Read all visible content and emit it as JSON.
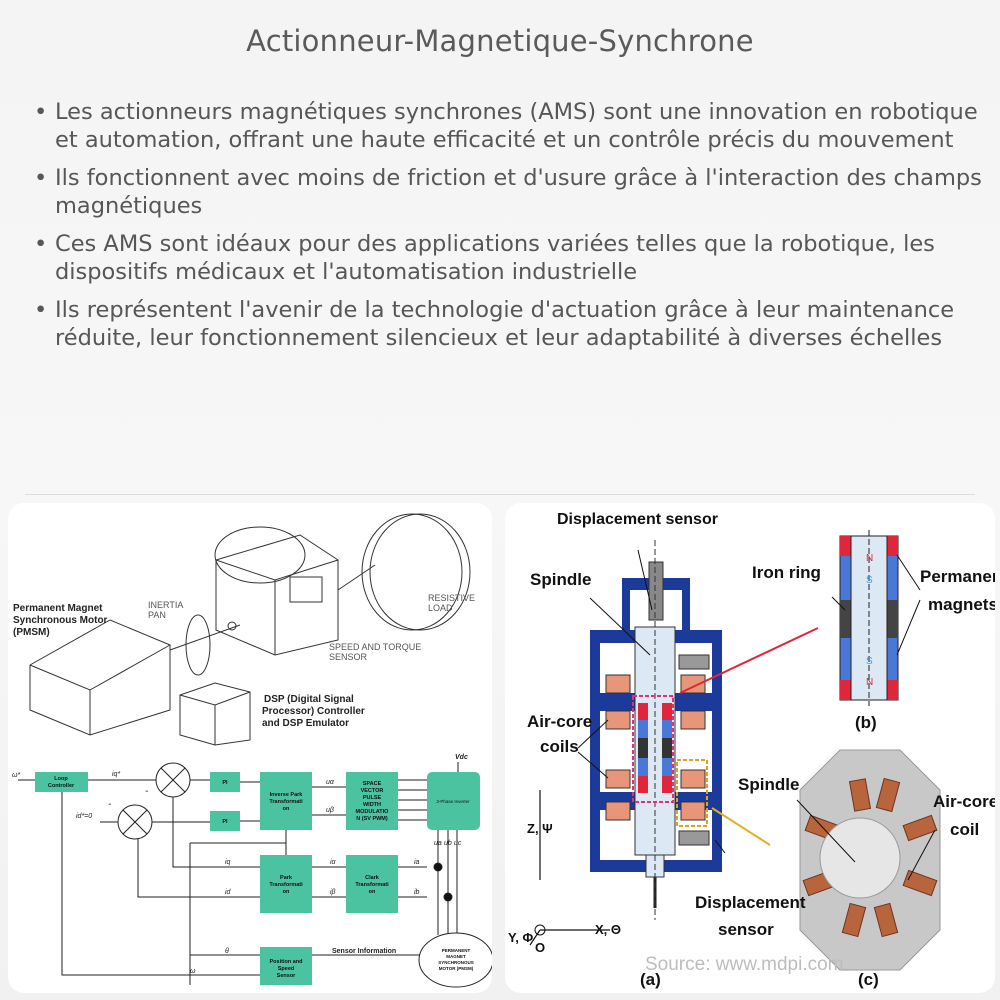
{
  "title": "Actionneur-Magnetique-Synchrone",
  "bullets": [
    "Les actionneurs magnétiques synchrones (AMS) sont une innovation en robotique et automation, offrant une haute efficacité et un contrôle précis du mouvement",
    "Ils fonctionnent avec moins de friction et d'usure grâce à l'interaction des champs magnétiques",
    "Ces AMS sont idéaux pour des applications variées telles que la robotique, les dispositifs médicaux et l'automatisation industrielle",
    "Ils représentent l'avenir de la technologie d'actuation grâce à leur maintenance réduite, leur fonctionnement silencieux et leur adaptabilité à diverses échelles"
  ],
  "bullet_symbol": "•",
  "left_image": {
    "setup": {
      "pmsm": [
        "Permanent Magnet",
        "Synchronous Motor",
        "(PMSM)"
      ],
      "inertia": [
        "INERTIA",
        "PAN"
      ],
      "load": [
        "RESISTIVE",
        "LOAD"
      ],
      "sensor": [
        "SPEED AND TORQUE",
        "SENSOR"
      ],
      "dsp": [
        "DSP (Digital Signal",
        "Processor) Controller",
        "and DSP Emulator"
      ]
    },
    "block": {
      "omega_ref": "ω*",
      "loop_controller": [
        "Loop",
        "Controller"
      ],
      "iq_ref": "iq*",
      "id_ref": "id*=0",
      "pi": "PI",
      "inverse_park": [
        "Inverse Park",
        "Transformati",
        "on"
      ],
      "u_alpha": "uα",
      "u_beta": "uβ",
      "svpwm": [
        "SPACE",
        "VECTOR",
        "PULSE",
        "WIDTH",
        "MODULATIO",
        "N (SV PWM)"
      ],
      "vdc": "Vdc",
      "inverter": "3-Phase Inverter",
      "phases": [
        "ua",
        "ub",
        "uc"
      ],
      "park": [
        "Park",
        "Transformati",
        "on"
      ],
      "clark": [
        "Clark",
        "Transformati",
        "on"
      ],
      "iq": "iq",
      "id": "id",
      "i_alpha": "iα",
      "i_beta": "iβ",
      "ia": "ia",
      "ib": "ib",
      "theta": "θ",
      "omega": "ω",
      "minus": "-",
      "sensor_info": "Sensor Information",
      "position_sensor": [
        "Position and",
        "Speed",
        "Sensor"
      ],
      "motor": [
        "PERMANENT",
        "MAGNET",
        "SYNCHRONOUS",
        "MOTOR (PMSM)"
      ]
    }
  },
  "right_image": {
    "displacement_sensor_top": "Displacement sensor",
    "spindle": "Spindle",
    "air_core_coils": [
      "Air-core",
      "coils"
    ],
    "displacement_sensor_bottom": [
      "Displacement",
      "sensor"
    ],
    "iron_ring": "Iron ring",
    "permanent_magnets": [
      "Permanent",
      "magnets"
    ],
    "spindle_c": "Spindle",
    "air_core_coil": [
      "Air-core",
      "coil"
    ],
    "axis_z": "Z, Ψ",
    "axis_x": "X, Θ",
    "axis_y": "Y, Φ",
    "origin": "O",
    "label_a": "(a)",
    "label_b": "(b)",
    "label_c": "(c)",
    "pole_n": "N",
    "pole_s": "S",
    "source": "Source: www.mdpi.com"
  },
  "colors": {
    "teal_block": "#4cc3a0",
    "housing_blue": "#1b3a9a",
    "magnet_red": "#e0263a",
    "magnet_blue": "#4a78d8",
    "copper": "#b8643c"
  }
}
